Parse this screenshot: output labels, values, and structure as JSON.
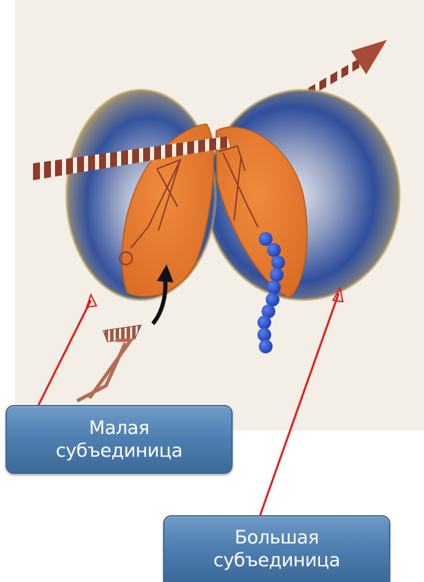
{
  "labels": {
    "small_subunit": [
      "Малая",
      "субъединица"
    ],
    "large_subunit": [
      "Большая",
      "субъединица"
    ]
  },
  "colors": {
    "background": "#f3efe6",
    "subunit_outer_gold": "#c9a862",
    "subunit_blue": "#34539e",
    "subunit_orange": "#e07b30",
    "mrna_stripe": "#8c3c2c",
    "polypeptide_beads": "#2a50c4",
    "pointer_arrows": "#e02020",
    "label_fill": "#4f7fb1"
  }
}
